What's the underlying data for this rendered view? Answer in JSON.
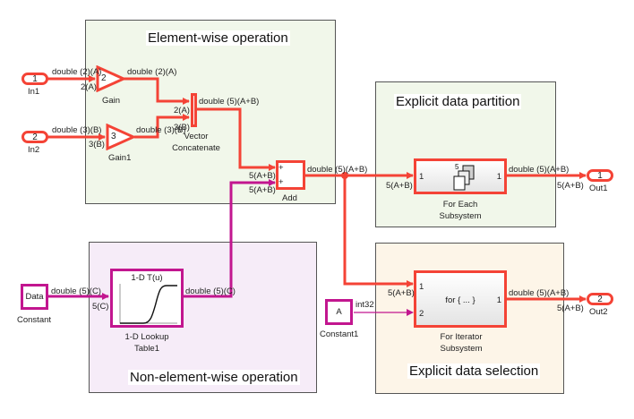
{
  "areas": {
    "element_wise": "Element-wise operation",
    "explicit_partition": "Explicit data partition",
    "non_element_wise": "Non-element-wise operation",
    "explicit_selection": "Explicit data selection"
  },
  "colors": {
    "signal_double": "#f44336",
    "signal_other": "#c2168f",
    "element_wise_bg": "#f1f7ea",
    "partition_bg": "#f1f7ea",
    "non_element_bg": "#f6ecf8",
    "selection_bg": "#fdf5e8"
  },
  "blocks": {
    "in1": {
      "number": "1",
      "name": "In1"
    },
    "in2": {
      "number": "2",
      "name": "In2"
    },
    "gain": {
      "value": "2",
      "name": "Gain"
    },
    "gain1": {
      "value": "3",
      "name": "Gain1"
    },
    "concat": {
      "name_line1": "Vector",
      "name_line2": "Concatenate"
    },
    "add": {
      "sign1": "+",
      "sign2": "+",
      "name": "Add"
    },
    "constant": {
      "value": "Data",
      "name": "Constant"
    },
    "lookup": {
      "title": "1-D T(u)",
      "name_line1": "1-D Lookup",
      "name_line2": "Table1"
    },
    "constant1": {
      "value": "A",
      "name": "Constant1"
    },
    "for_each": {
      "badge": "5",
      "in_port": "1",
      "out_port": "1",
      "name_line1": "For Each",
      "name_line2": "Subsystem"
    },
    "for_iter": {
      "text": "for { ... }",
      "in_port1": "1",
      "in_port2": "2",
      "out_port": "1",
      "name_line1": "For Iterator",
      "name_line2": "Subsystem"
    },
    "out1": {
      "number": "1",
      "name": "Out1"
    },
    "out2": {
      "number": "2",
      "name": "Out2"
    }
  },
  "signals": {
    "in1_out": "double (2)(A)",
    "gain_in": "2(A)",
    "gain_out": "double (2)(A)",
    "in2_out": "double (3)(B)",
    "gain1_in": "3(B)",
    "gain1_out": "double (3)(B)",
    "concat_in1": "2(A)",
    "concat_in2": "3(B)",
    "concat_out": "double (5)(A+B)",
    "add_in1": "5(A+B)",
    "add_in2": "5(A+B)",
    "add_out": "double (5)(A+B)",
    "foreach_in": "5(A+B)",
    "foreach_out": "double (5)(A+B)",
    "out1_in": "5(A+B)",
    "constant_out": "double (5)(C)",
    "lookup_in": "5(C)",
    "lookup_out": "double (5)(C)",
    "const1_out": "int32",
    "foriter_in1": "5(A+B)",
    "foriter_out": "double (5)(A+B)",
    "out2_in": "5(A+B)"
  }
}
